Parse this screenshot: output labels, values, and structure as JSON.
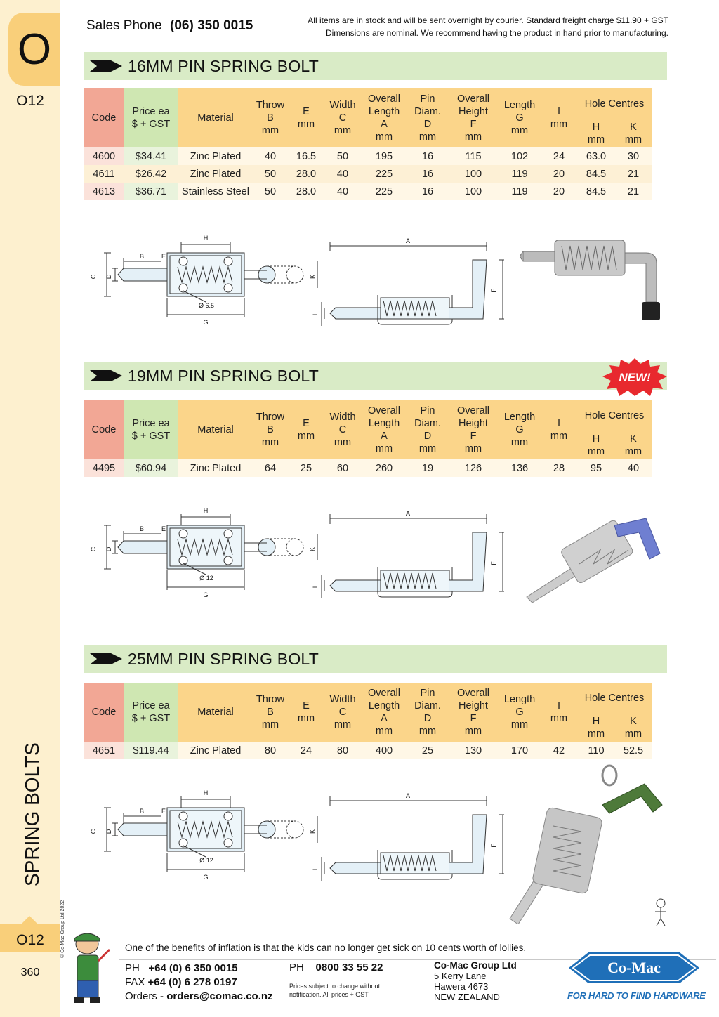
{
  "sidebar": {
    "tab_letter": "O",
    "code_top": "O12",
    "code_bottom": "O12",
    "title": "SPRING BOLTS",
    "copyright": "© Co-Mac Group Ltd 2022",
    "page_number": "360"
  },
  "header": {
    "sales_label": "Sales Phone",
    "sales_phone": "(06) 350 0015",
    "notice_line1": "All items are in stock and will be sent overnight by courier. Standard freight charge $11.90 + GST",
    "notice_line2": "Dimensions are nominal. We recommend having the product in hand prior to manufacturing."
  },
  "table_headers": {
    "code": "Code",
    "price": [
      "Price ea",
      "$ + GST"
    ],
    "material": "Material",
    "throw": [
      "Throw",
      "B",
      "mm"
    ],
    "e": [
      "E",
      "mm"
    ],
    "width": [
      "Width",
      "C",
      "mm"
    ],
    "overall_length": [
      "Overall",
      "Length",
      "A",
      "mm"
    ],
    "pin_diam": [
      "Pin",
      "Diam.",
      "D",
      "mm"
    ],
    "overall_height": [
      "Overall",
      "Height",
      "F",
      "mm"
    ],
    "length": [
      "Length",
      "G",
      "mm"
    ],
    "i": [
      "I",
      "mm"
    ],
    "hole_centres": "Hole Centres",
    "h": [
      "H",
      "mm"
    ],
    "k": [
      "K",
      "mm"
    ]
  },
  "sections": [
    {
      "title": "16MM PIN SPRING BOLT",
      "hole_label": "Ø 6.5",
      "rows": [
        [
          "4600",
          "$34.41",
          "Zinc Plated",
          "40",
          "16.5",
          "50",
          "195",
          "16",
          "115",
          "102",
          "24",
          "63.0",
          "30"
        ],
        [
          "4611",
          "$26.42",
          "Zinc Plated",
          "50",
          "28.0",
          "40",
          "225",
          "16",
          "100",
          "119",
          "20",
          "84.5",
          "21"
        ],
        [
          "4613",
          "$36.71",
          "Stainless Steel",
          "50",
          "28.0",
          "40",
          "225",
          "16",
          "100",
          "119",
          "20",
          "84.5",
          "21"
        ]
      ]
    },
    {
      "title": "19MM PIN SPRING BOLT",
      "badge": "NEW!",
      "hole_label": "Ø 12",
      "rows": [
        [
          "4495",
          "$60.94",
          "Zinc Plated",
          "64",
          "25",
          "60",
          "260",
          "19",
          "126",
          "136",
          "28",
          "95",
          "40"
        ]
      ]
    },
    {
      "title": "25MM PIN SPRING BOLT",
      "hole_label": "Ø 12",
      "rows": [
        [
          "4651",
          "$119.44",
          "Zinc Plated",
          "80",
          "24",
          "80",
          "400",
          "25",
          "130",
          "170",
          "42",
          "110",
          "52.5"
        ]
      ]
    }
  ],
  "diagram_labels": {
    "a": "A",
    "b": "B",
    "c": "C",
    "d": "D",
    "e": "E",
    "f": "F",
    "g": "G",
    "h": "H",
    "i": "I",
    "k": "K"
  },
  "footer": {
    "quote": "One of the benefits of inflation is that the kids can no longer get sick on 10 cents worth of lollies.",
    "ph_label": "PH",
    "ph": "+64 (0) 6 350 0015",
    "fax_label": "FAX",
    "fax": "+64 (0) 6 278 0197",
    "orders_label": "Orders -",
    "orders_email": "orders@comac.co.nz",
    "ph2_label": "PH",
    "ph2": "0800 33 55 22",
    "note": "Prices subject to change without notification. All prices + GST",
    "company": "Co-Mac Group Ltd",
    "address1": "5 Kerry Lane",
    "address2": "Hawera 4673",
    "address3": "NEW ZEALAND",
    "logo_text": "Co-Mac",
    "tagline": "FOR HARD TO FIND HARDWARE"
  },
  "colors": {
    "code_header": "#f2a795",
    "price_header": "#cfe7b2",
    "column_header": "#fbd58a",
    "section_bar": "#d9ebc6",
    "sidebar": "#fdf0cf",
    "brand_blue": "#1f6fb8",
    "badge_red": "#e8292e"
  }
}
